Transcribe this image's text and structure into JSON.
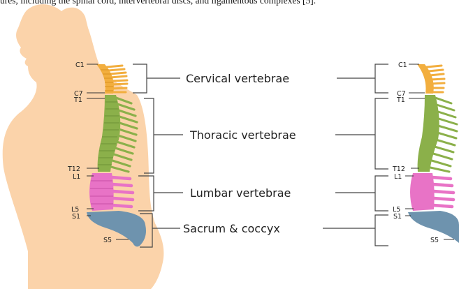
{
  "caption": "ures, including the spinal cord, intervertebral discs, and ligamentous complexes [5].",
  "regions": {
    "cervical": "Cervical vertebrae",
    "thoracic": "Thoracic vertebrae",
    "lumbar": "Lumbar vertebrae",
    "sacrum": "Sacrum & coccyx"
  },
  "vertebra_labels": {
    "c1": "C1",
    "c7": "C7",
    "t1": "T1",
    "t12": "T12",
    "l1": "L1",
    "l5": "L5",
    "s1": "S1",
    "s5": "S5"
  },
  "colors": {
    "body_silhouette": "#FBD3AA",
    "cervical": "#F2AE3E",
    "thoracic": "#8BB04A",
    "lumbar": "#E873C6",
    "sacrum": "#6E93AE",
    "bracket_line": "#444444"
  }
}
